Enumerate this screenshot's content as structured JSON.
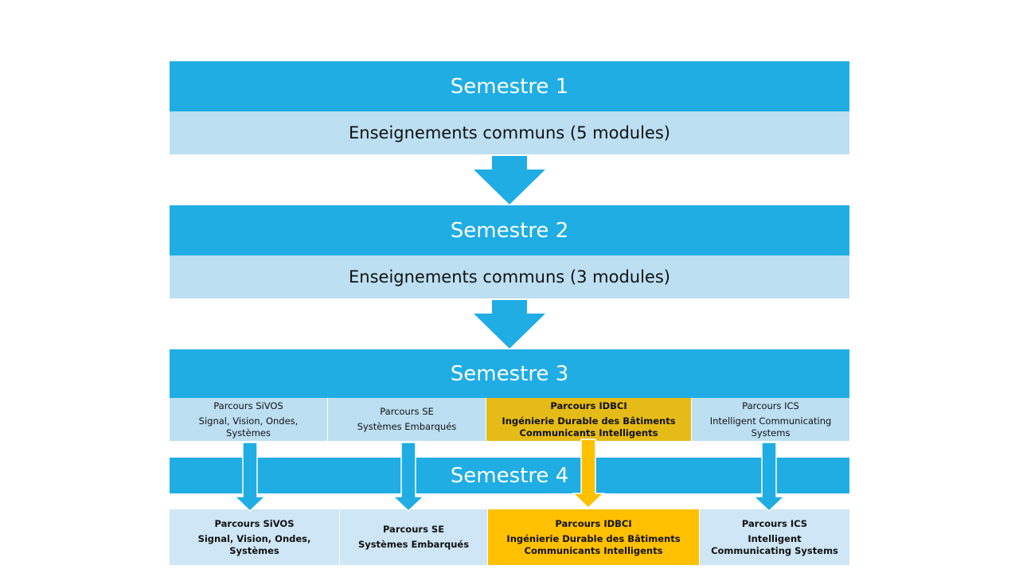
{
  "colors": {
    "header": "#1FADE4",
    "light": "#BCDFF2",
    "cell_light": "#CEE6F5",
    "gold_dark": "#E5BB18",
    "gold": "#FFC000",
    "arrow_blue": "#1FADE4"
  },
  "semester1": {
    "title": "Semestre 1",
    "content": "Enseignements communs (5 modules)"
  },
  "semester2": {
    "title": "Semestre 2",
    "content": "Enseignements communs (3 modules)"
  },
  "semester3": {
    "title": "Semestre 3",
    "parcours": [
      {
        "name": "Parcours SiVOS",
        "desc": "Signal, Vision, Ondes, Systèmes",
        "highlight": false
      },
      {
        "name": "Parcours SE",
        "desc": "Systèmes Embarqués",
        "highlight": false
      },
      {
        "name": "Parcours IDBCI",
        "desc": "Ingénierie Durable des Bâtiments Communicants Intelligents",
        "highlight": true
      },
      {
        "name": "Parcours ICS",
        "desc": "Intelligent Communicating Systems",
        "highlight": false
      }
    ]
  },
  "semester4": {
    "title": "Semestre 4",
    "parcours": [
      {
        "name": "Parcours SiVOS",
        "desc": "Signal, Vision, Ondes, Systèmes",
        "highlight": false
      },
      {
        "name": "Parcours SE",
        "desc": "Systèmes Embarqués",
        "highlight": false
      },
      {
        "name": "Parcours IDBCI",
        "desc": "Ingénierie Durable des Bâtiments Communicants Intelligents",
        "highlight": true
      },
      {
        "name": "Parcours ICS",
        "desc": "Intelligent Communicating Systems",
        "highlight": false
      }
    ]
  }
}
